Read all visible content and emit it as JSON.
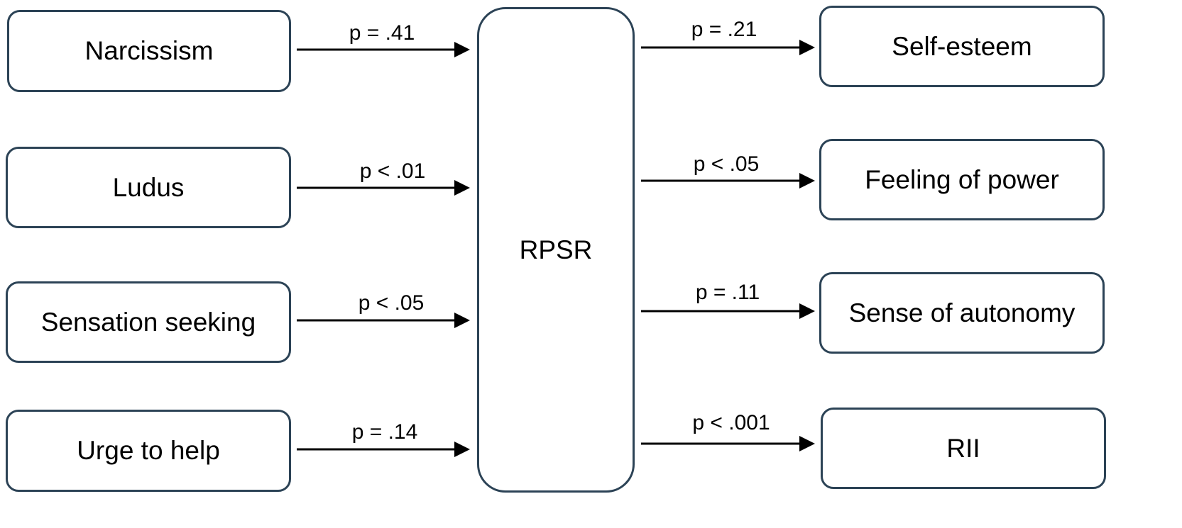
{
  "diagram": {
    "center": {
      "label": "RPSR"
    },
    "predictors": [
      {
        "label": "Narcissism",
        "p": "p = .41"
      },
      {
        "label": "Ludus",
        "p": "p < .01"
      },
      {
        "label": "Sensation seeking",
        "p": "p < .05"
      },
      {
        "label": "Urge to help",
        "p": "p = .14"
      }
    ],
    "outcomes": [
      {
        "label": "Self-esteem",
        "p": "p = .21"
      },
      {
        "label": "Feeling of power",
        "p": "p < .05"
      },
      {
        "label": "Sense of autonomy",
        "p": "p = .11"
      },
      {
        "label": "RII",
        "p": "p < .001"
      }
    ],
    "colors": {
      "box_border": "#2c4356",
      "arrow": "#000000",
      "text": "#000000"
    }
  }
}
